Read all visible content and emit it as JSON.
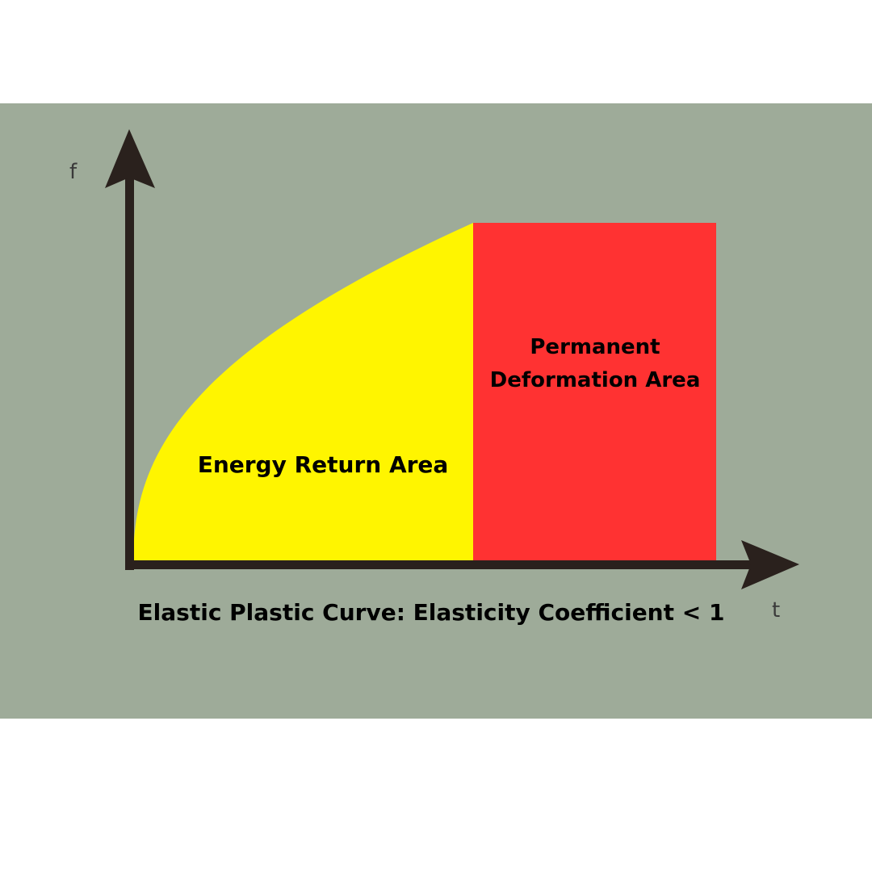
{
  "colors": {
    "background": "#9eab99",
    "elastic_area": "#fff500",
    "plastic_area": "#ff3232",
    "axis": "#2a211d",
    "text": "#000000",
    "axis_letter": "#3a3a3a"
  },
  "axes": {
    "y_label": "f",
    "x_label": "t"
  },
  "regions": {
    "energy_return_label": "Energy Return Area",
    "permanent_deformation_line1": "Permanent",
    "permanent_deformation_line2": "Deformation Area"
  },
  "caption": "Elastic Plastic Curve: Elasticity Coefficient < 1"
}
